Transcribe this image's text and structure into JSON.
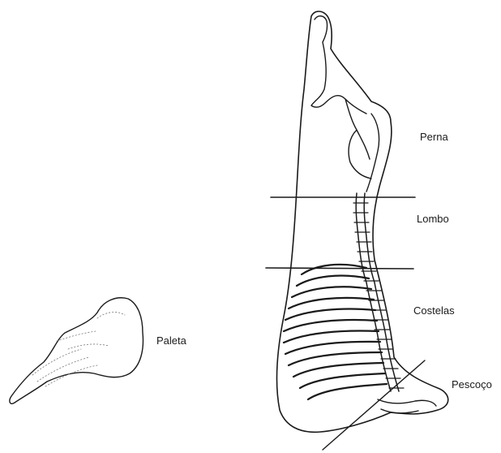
{
  "diagram": {
    "labels": {
      "perna": "Perna",
      "lombo": "Lombo",
      "costelas": "Costelas",
      "paleta": "Paleta",
      "pescoco": "Pescoço"
    },
    "colors": {
      "ink": "#1a1a1a",
      "background": "#ffffff",
      "shading": "#7a7a7a"
    }
  }
}
